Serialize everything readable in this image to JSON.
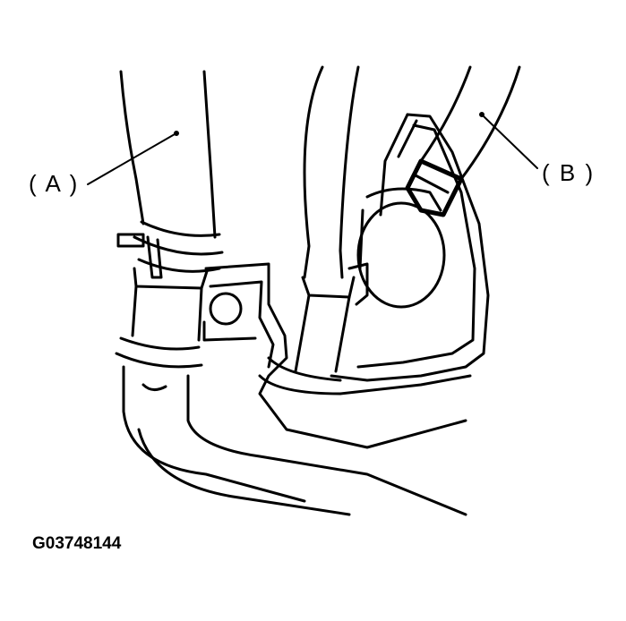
{
  "figure": {
    "figure_id": "G03748144",
    "callouts": [
      {
        "id": "A",
        "text": "( A )"
      },
      {
        "id": "B",
        "text": "( B )"
      }
    ]
  },
  "colors": {
    "line": "#000000",
    "background": "#ffffff"
  }
}
